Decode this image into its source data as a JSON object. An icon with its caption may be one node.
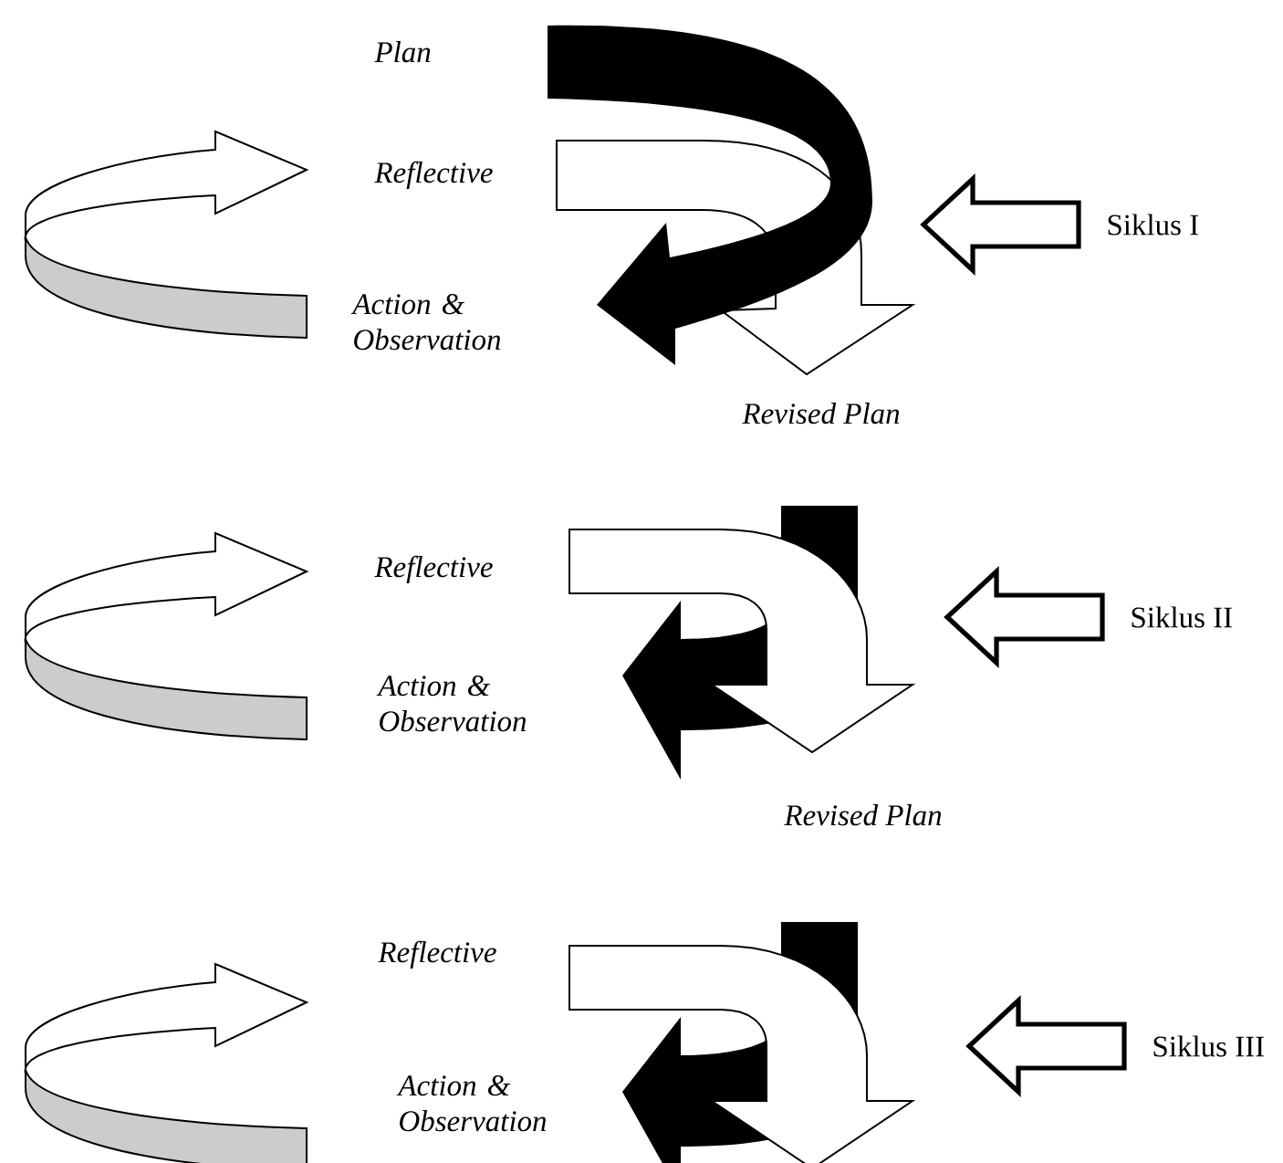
{
  "diagram": {
    "nodes": [
      {
        "text": [
          "Siklus I"
        ]
      },
      {
        "text": [
          "Siklus II"
        ]
      },
      {
        "text": [
          "Siklus III"
        ]
      }
    ],
    "edges": [
      {
        "from": 0,
        "to": null,
        "arrow": "to"
      },
      {
        "from": 1,
        "to": null,
        "arrow": "to"
      },
      {
        "from": 2,
        "to": null,
        "arrow": "to"
      }
    ],
    "labels": [
      "Plan",
      "Reflective",
      "Action & Observation",
      "Revised Plan",
      "Reflective",
      "Action & Observation",
      "Revised Plan",
      "Reflective",
      "Action & Observation"
    ]
  }
}
